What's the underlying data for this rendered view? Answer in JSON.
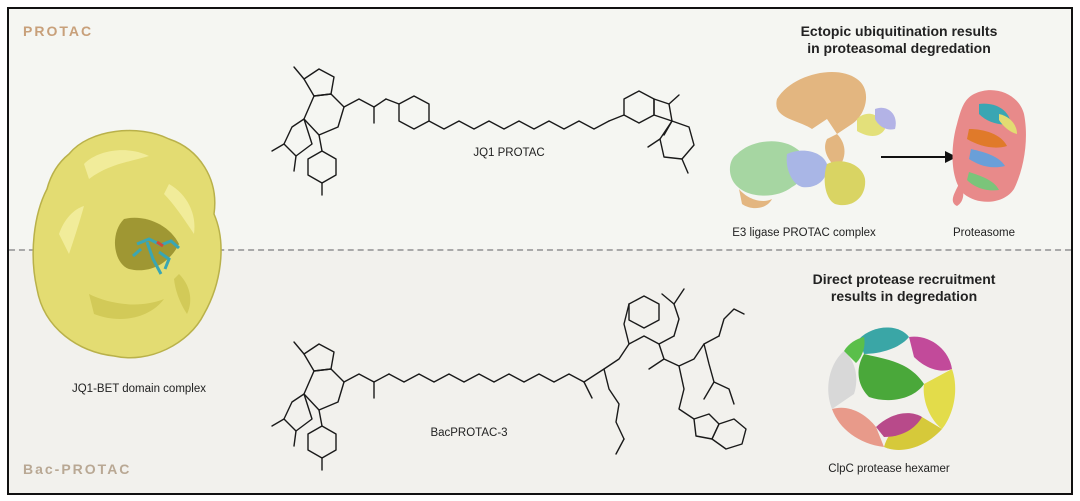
{
  "sections": {
    "top_label": "PROTAC",
    "bottom_label": "Bac-PROTAC"
  },
  "headings": {
    "top": [
      "Ectopic ubiquitination results",
      "in proteasomal degredation"
    ],
    "bottom": [
      "Direct protease recruitment",
      "results in degredation"
    ]
  },
  "captions": {
    "bet_complex": "JQ1-BET domain complex",
    "jq1_protac": "JQ1 PROTAC",
    "e3_complex": "E3 ligase PROTAC complex",
    "proteasome": "Proteasome",
    "bacprotac": "BacPROTAC-3",
    "clpc": "ClpC protease hexamer"
  },
  "colors": {
    "section_label": "#c8a07a",
    "bet_surface": "#e6e07a",
    "ligand": "#3aa6b3"
  }
}
